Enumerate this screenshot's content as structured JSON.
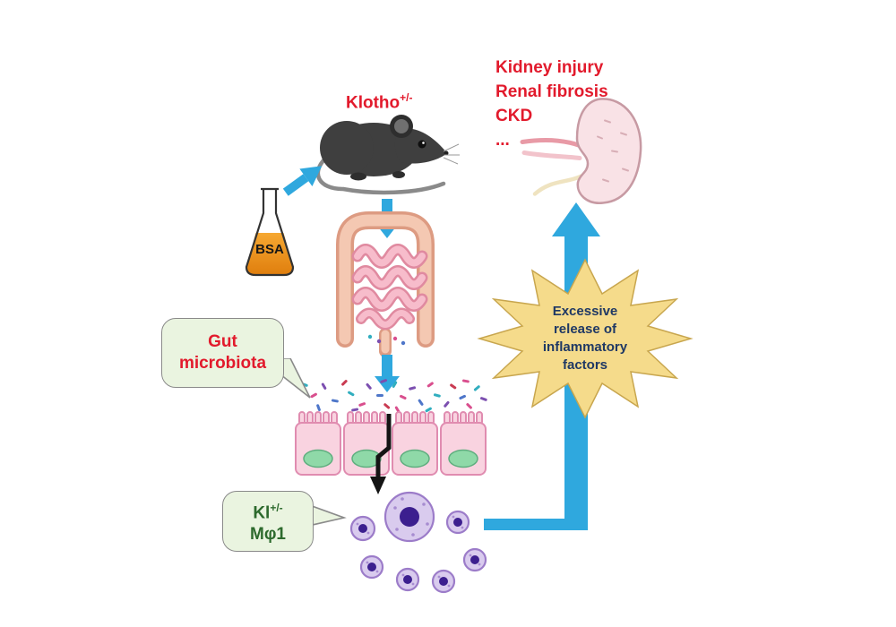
{
  "labels": {
    "mouse": {
      "base": "Klotho",
      "sup": "+/-"
    },
    "flask": "BSA",
    "gut_bubble": {
      "line1": "Gut",
      "line2": "microbiota"
    },
    "macrophage_bubble": {
      "base": "Kl",
      "sup": "+/-",
      "line2": "Mφ1"
    },
    "starburst": {
      "line1": "Excessive",
      "line2": "release of",
      "line3": "inflammatory",
      "line4": "factors"
    },
    "outcomes": {
      "line1": "Kidney injury",
      "line2": "Renal fibrosis",
      "line3": "CKD",
      "line4": "..."
    }
  },
  "colors": {
    "red_text": "#E21A2C",
    "blue_arrow": "#2FA8DE",
    "starburst_fill": "#F5DB8B",
    "starburst_text": "#1F3864",
    "bubble_fill": "#EAF4E0",
    "macrophage_text": "#2D6A2D",
    "mouse_body": "#3F3F3F"
  }
}
